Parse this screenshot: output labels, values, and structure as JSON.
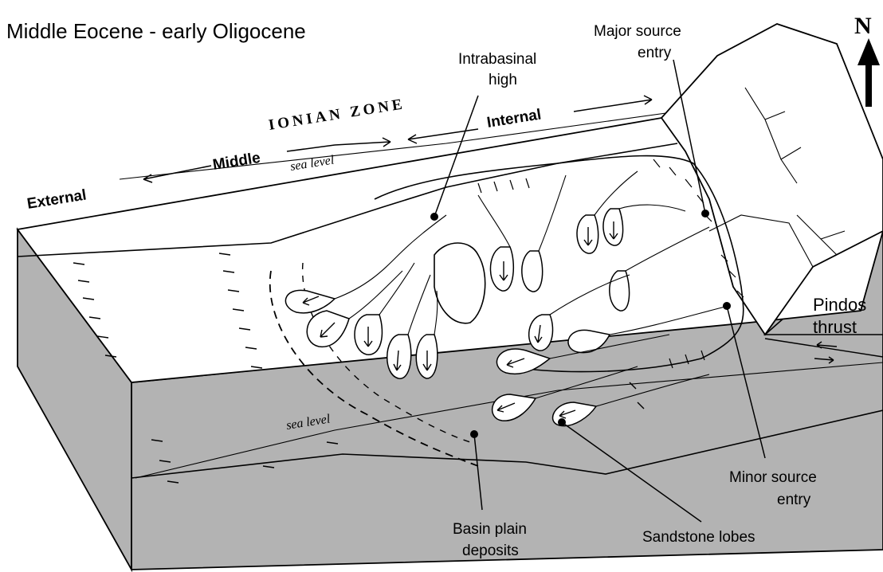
{
  "title": "Middle Eocene  - early Oligocene",
  "north_label": "N",
  "zone_label": "IONIAN ZONE",
  "zones": {
    "external": "External",
    "middle": "Middle",
    "internal": "Internal"
  },
  "sea_level_labels": [
    "sea level",
    "sea level"
  ],
  "annotations": {
    "intrabasinal_high": [
      "Intrabasinal",
      "high"
    ],
    "major_source_entry": [
      "Major source",
      "entry"
    ],
    "pindos_thrust": [
      "Pindos",
      "thrust"
    ],
    "minor_source_entry": [
      "Minor source",
      "entry"
    ],
    "sandstone_lobes": "Sandstone lobes",
    "basin_plain_deposits": [
      "Basin plain",
      "deposits"
    ]
  },
  "colors": {
    "block_side": "#b3b3b3",
    "block_top": "#ffffff",
    "ink": "#000000"
  }
}
